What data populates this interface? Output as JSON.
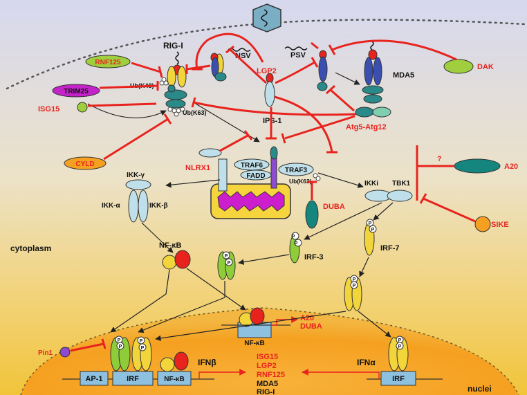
{
  "labels": {
    "rigi": "RIG-I",
    "rnf125": "RNF125",
    "trim25": "TRIM25",
    "isg15": "ISG15",
    "ub_k48": "Ub(K48)",
    "ub_k63": "Ub(K63)",
    "ub_k63_traf3": "Ub(K63)",
    "nsv": "NSV",
    "psv": "PSV",
    "lgp2": "LGP2",
    "mda5": "MDA5",
    "dak": "DAK",
    "ips1": "IPS-1",
    "atg": "Atg5-Atg12",
    "cyld": "CYLD",
    "nlrx1": "NLRX1",
    "traf6": "TRAF6",
    "fadd": "FADD",
    "traf3": "TRAF3",
    "a20": "A20",
    "question": "?",
    "ikk_gamma": "IKK-γ",
    "ikk_alpha": "IKK-α",
    "ikk_beta": "IKK-β",
    "duba": "DUBA",
    "ikki": "IKKi",
    "tbk1": "TBK1",
    "sike": "SIKE",
    "cytoplasm": "cytoplasm",
    "nfkb": "NF-κB",
    "irf3": "IRF-3",
    "irf7": "IRF-7",
    "phospho": "P",
    "nfkb_box": "NF-κB",
    "a20_out": "A20",
    "duba_out": "DUBA",
    "pin1": "Pin1",
    "ifnb": "IFNβ",
    "ifna": "IFNα",
    "ap1": "AP-1",
    "irf_box": "IRF",
    "nfkb_prom": "NF-κB",
    "irf_box2": "IRF",
    "isg15_out": "ISG15",
    "lgp2_out": "LGP2",
    "rnf125_out": "RNF125",
    "mda5_out": "MDA5",
    "rigi_out": "RIG-I",
    "nuclei": "nuclei"
  },
  "colors": {
    "background_top": "#d7d9ee",
    "background_bottom": "#f1c93a",
    "nucleus": "#f5a623",
    "inhibition": "#e8231e",
    "label_red": "#e8231e"
  }
}
